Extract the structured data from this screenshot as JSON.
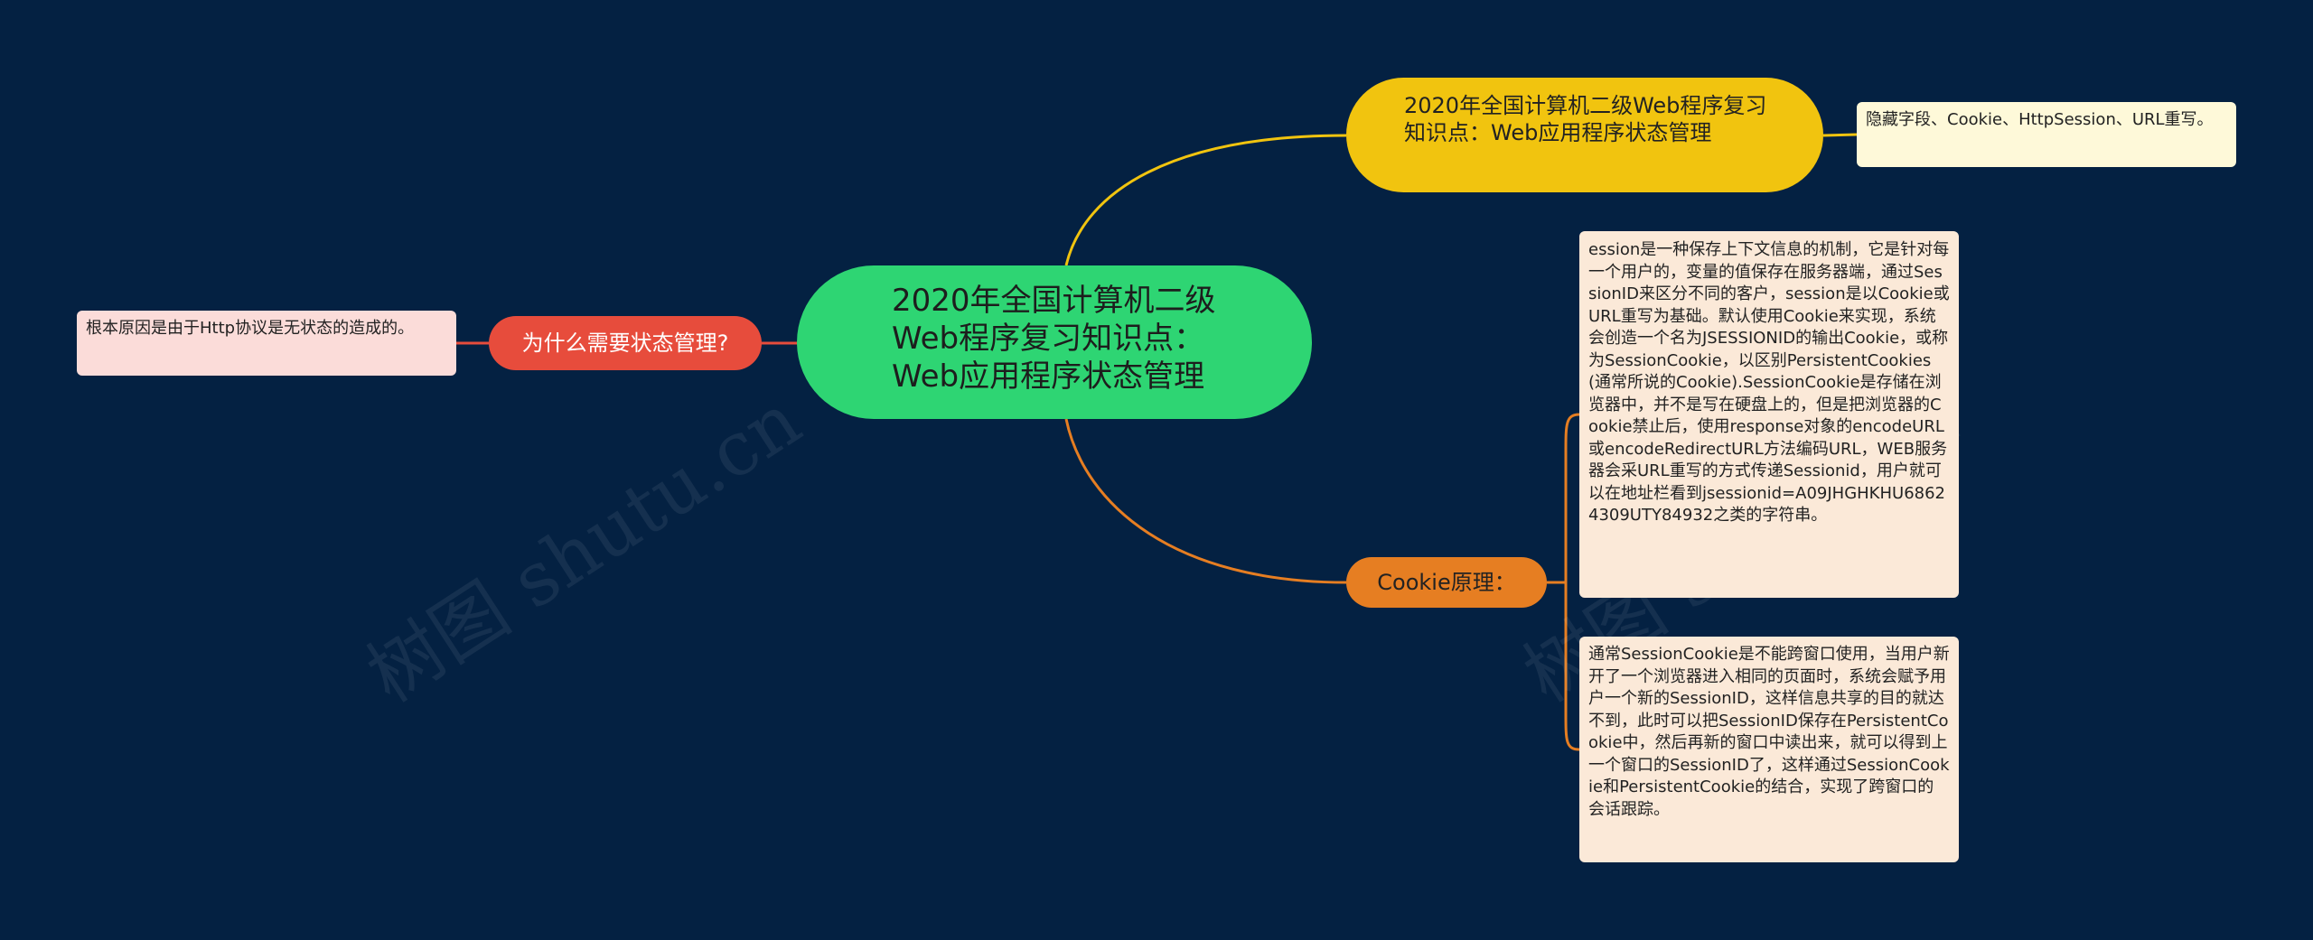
{
  "watermark": "树图 shutu.cn",
  "center": {
    "text": "2020年全国计算机二级Web程序复习知识点：Web应用程序状态管理"
  },
  "topics": {
    "intro": {
      "text": "2020年全国计算机二级Web程序复习知识点：Web应用程序状态管理",
      "color": "#f1c40f"
    },
    "why": {
      "text": "为什么需要状态管理?",
      "color": "#e74c3c"
    },
    "cookie": {
      "text": "Cookie原理：",
      "color": "#e67e22"
    }
  },
  "leaves": {
    "intro": "隐藏字段、Cookie、HttpSession、URL重写。",
    "why": "根本原因是由于Http协议是无状态的造成的。",
    "cookie_1": "ession是一种保存上下文信息的机制，它是针对每一个用户的，变量的值保存在服务器端，通过SessionID来区分不同的客户，session是以Cookie或URL重写为基础。默认使用Cookie来实现，系统会创造一个名为JSESSIONID的输出Cookie，或称为SessionCookie，以区别PersistentCookies(通常所说的Cookie).SessionCookie是存储在浏览器中，并不是写在硬盘上的，但是把浏览器的Cookie禁止后，使用response对象的encodeURL或encodeRedirectURL方法编码URL，WEB服务器会采URL重写的方式传递Sessionid，用户就可以在地址栏看到jsessionid=A09JHGHKHU68624309UTY84932之类的字符串。",
    "cookie_2": "通常SessionCookie是不能跨窗口使用，当用户新开了一个浏览器进入相同的页面时，系统会赋予用户一个新的SessionID，这样信息共享的目的就达不到，此时可以把SessionID保存在PersistentCookie中，然后再新的窗口中读出来，就可以得到上一个窗口的SessionID了，这样通过SessionCookie和PersistentCookie的结合，实现了跨窗口的会话跟踪。"
  }
}
